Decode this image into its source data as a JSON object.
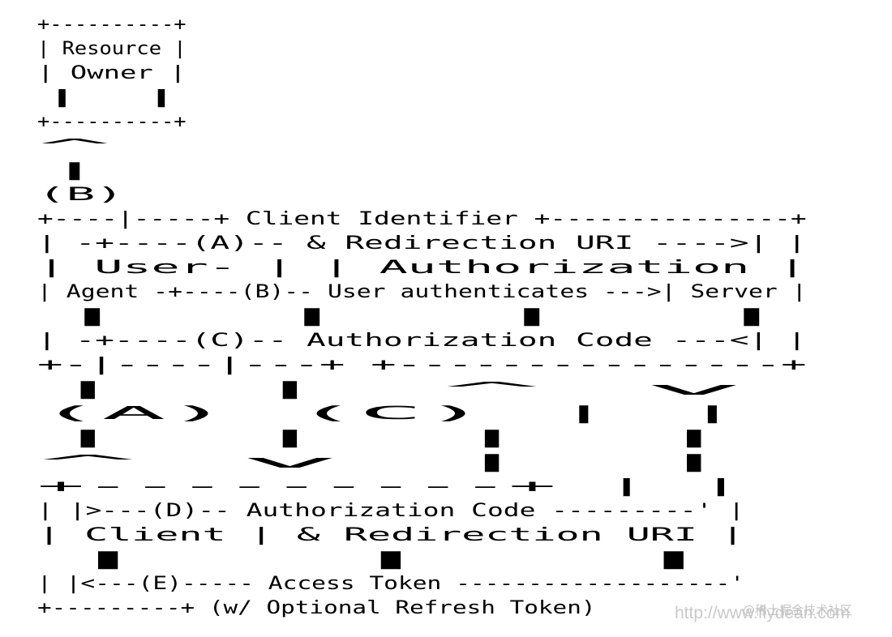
{
  "diagram": {
    "lines": [
      "+----------+",
      "| Resource |",
      "|  Owner   |",
      "|          |",
      "+----------+",
      "     ^",
      "     |",
      "    (B)",
      "+----|-----+          Client Identifier      +---------------+",
      "|         -+----(A)-- & Redirection URI ---->|               |",
      "|  User-   |                                 | Authorization |",
      "|  Agent  -+----(B)-- User authenticates --->|     Server    |",
      "|          |                                 |               |",
      "|         -+----(C)-- Authorization Code ---<|               |",
      "+-|----|---+                                 +---------------+",
      "  |    |                                         ^      v",
      " (A)  (C)                                        |      |",
      "  |    |                                         |      |",
      "  ^    v                                         |      |",
      "+---------+                                      |      |",
      "|         |>---(D)-- Authorization Code ---------'      |",
      "|  Client |          & Redirection URI                  |",
      "|         |                                             |",
      "|         |<---(E)----- Access Token -------------------'",
      "+---------+       (w/ Optional Refresh Token)"
    ]
  },
  "watermark": {
    "url": "http://www.flydean.com",
    "site": "@稀土掘金技术社区"
  }
}
